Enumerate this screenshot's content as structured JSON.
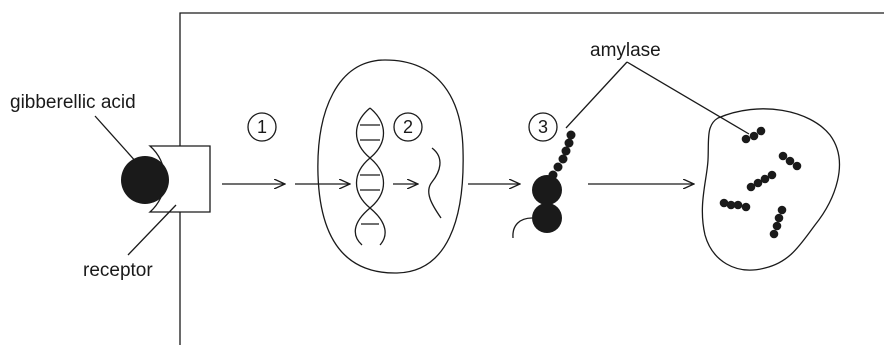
{
  "labels": {
    "gibberellic_acid": "gibberellic acid",
    "receptor": "receptor",
    "amylase": "amylase"
  },
  "steps": [
    "1",
    "2",
    "3"
  ],
  "colors": {
    "ink": "#1a1a1a",
    "background": "#ffffff"
  }
}
